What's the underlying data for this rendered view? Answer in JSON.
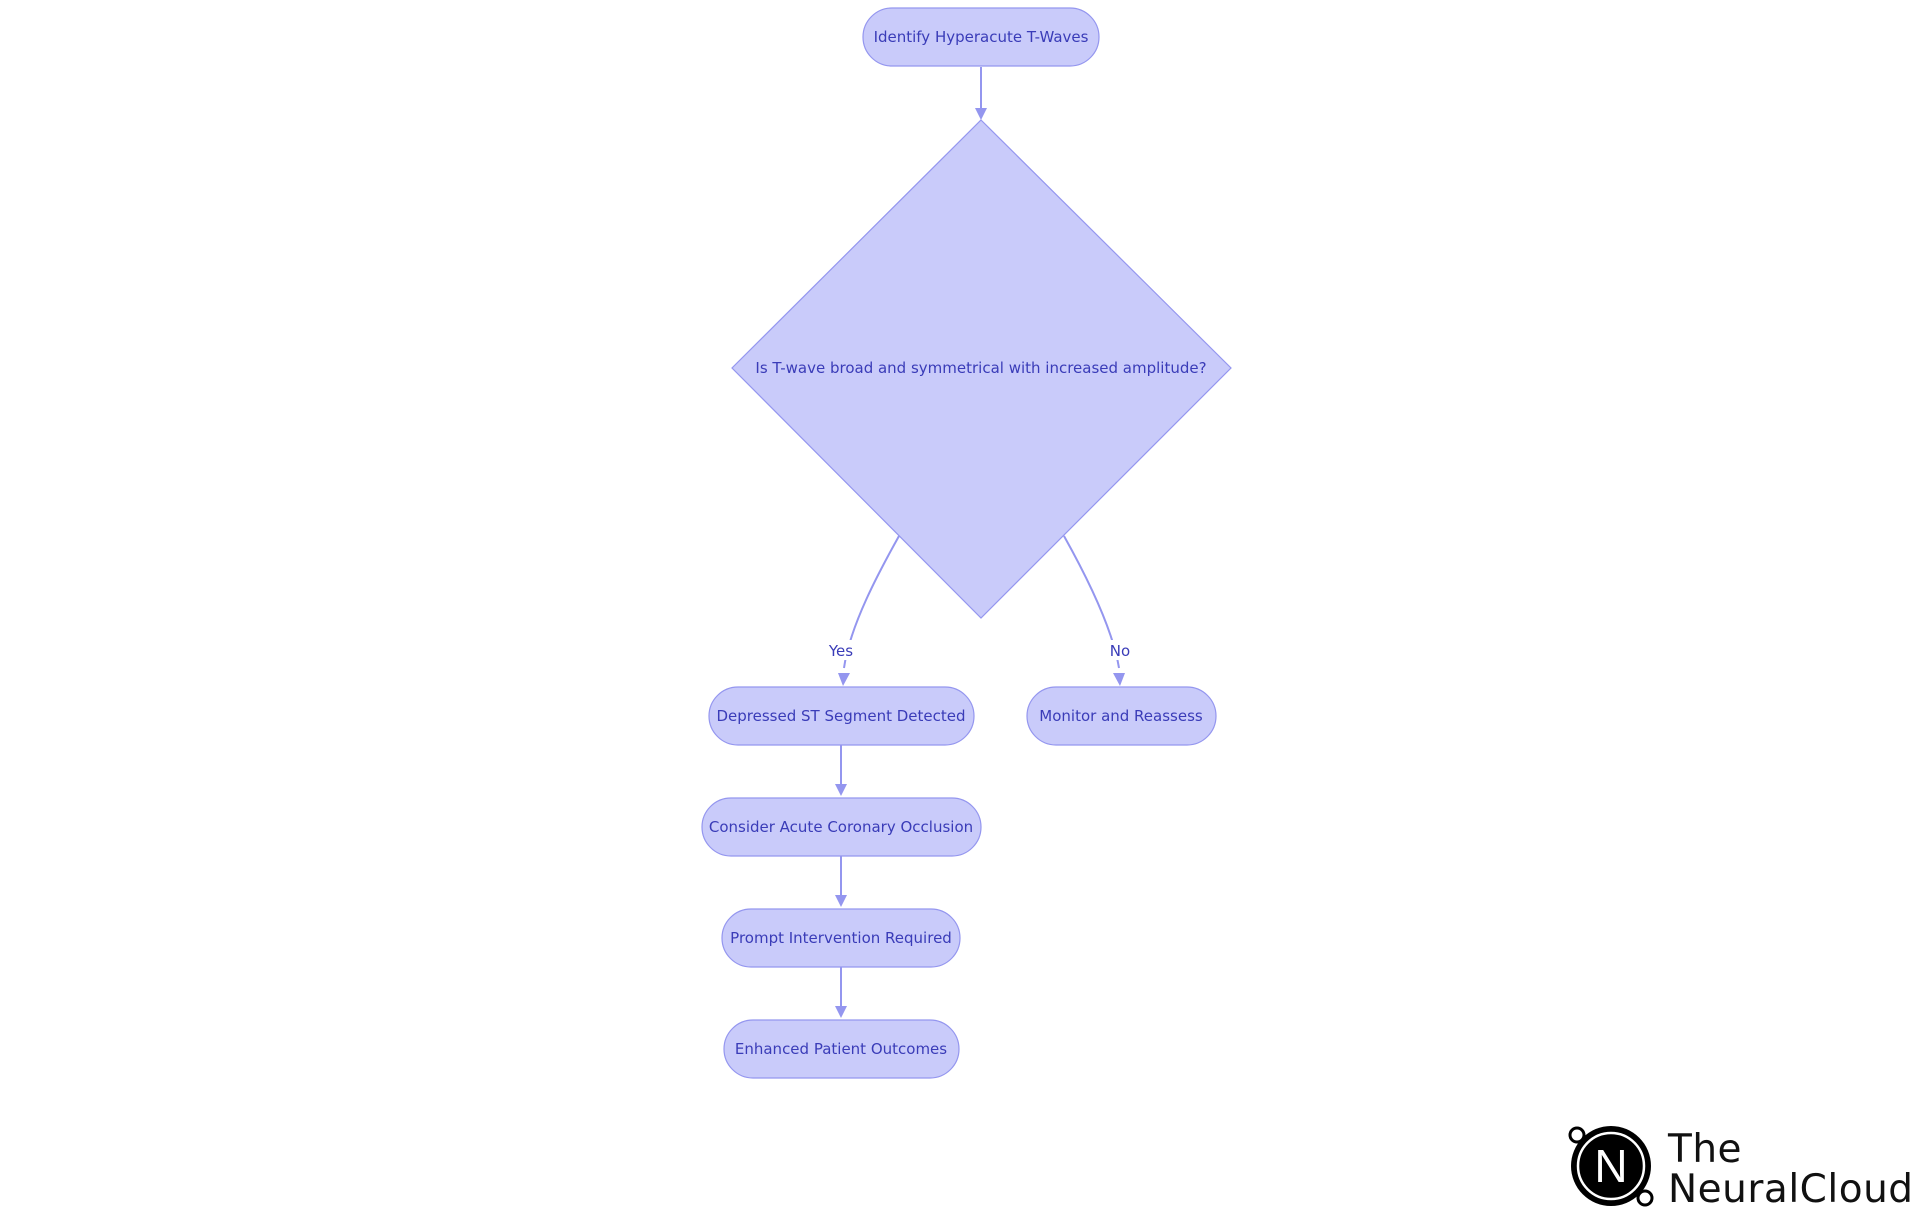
{
  "colors": {
    "node_fill": "#c9cbfa",
    "node_stroke": "#9496ef",
    "edge": "#9496ef",
    "text": "#3a3cb8",
    "background": "#ffffff"
  },
  "nodes": {
    "start": "Identify Hyperacute T-Waves",
    "decision": "Is T-wave broad and symmetrical with increased amplitude?",
    "depressed_st": "Depressed ST Segment Detected",
    "monitor": "Monitor and Reassess",
    "consider_occlusion": "Consider Acute Coronary Occlusion",
    "prompt_intervention": "Prompt Intervention Required",
    "outcomes": "Enhanced Patient Outcomes"
  },
  "edges": {
    "yes_label": "Yes",
    "no_label": "No"
  },
  "logo": {
    "letter": "N",
    "line1": "The",
    "line2": "NeuralCloud"
  }
}
